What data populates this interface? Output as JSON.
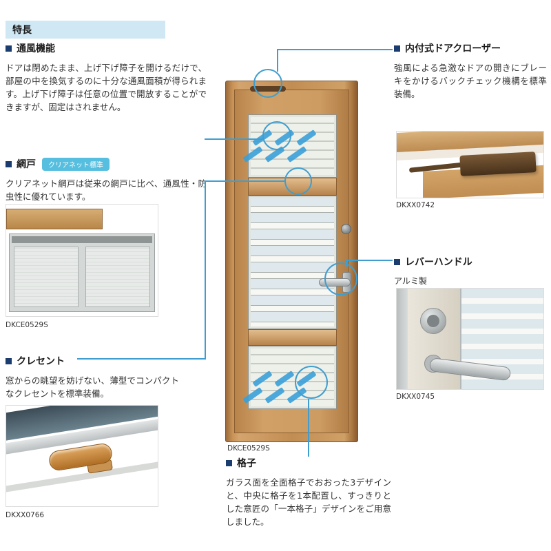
{
  "header": {
    "title": "特長"
  },
  "sections": {
    "ventilation": {
      "title": "通風機能",
      "body": "ドアは閉めたまま、上げ下げ障子を開けるだけで、部屋の中を換気するのに十分な通風面積が得られます。上げ下げ障子は任意の位置で開放することができますが、固定はされません。"
    },
    "screen": {
      "title": "網戸",
      "badge": "クリアネット標準",
      "body": "クリアネット網戸は従来の網戸に比べ、通風性・防虫性に優れています。",
      "caption": "DKCE0529S"
    },
    "crescent": {
      "title": "クレセント",
      "body": "窓からの眺望を妨げない、薄型でコンパクトなクレセントを標準装備。",
      "caption": "DKXX0766"
    },
    "door_closer": {
      "title": "内付式ドアクローザー",
      "body": "強風による急激なドアの開きにブレーキをかけるバックチェック機構を標準装備。",
      "caption": "DKXX0742"
    },
    "lever_handle": {
      "title": "レバーハンドル",
      "subtitle": "アルミ製",
      "caption": "DKXX0745"
    },
    "lattice": {
      "title": "格子",
      "body": "ガラス面を全面格子でおおった3デザインと、中央に格子を1本配置し、すっきりとした意匠の「一本格子」デザインをご用意しました。"
    }
  },
  "door": {
    "caption": "DKCE0529S"
  },
  "colors": {
    "accent_blue": "#3f9ecf",
    "header_bg": "#cfe8f4",
    "badge_bg": "#56bede",
    "bullet_navy": "#1b3c6e",
    "wood": "#c8935c"
  }
}
